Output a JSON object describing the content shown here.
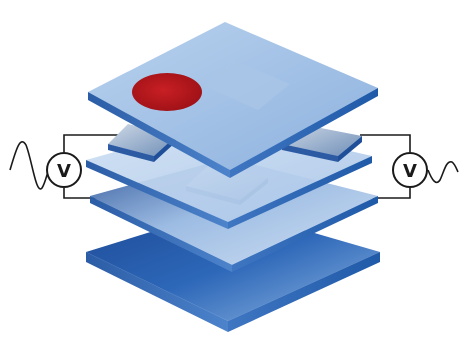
{
  "meters": {
    "left_label": "V",
    "right_label": "V"
  },
  "icons": {
    "left_meter": "voltmeter-icon",
    "right_meter": "voltmeter-icon",
    "left_signal": "sine-wave-icon",
    "right_signal": "sine-wave-icon",
    "contact": "red-circle-contact"
  },
  "colors": {
    "layer_light": "#b7d0ec",
    "layer_mid": "#8fb3df",
    "layer_edge": "#2f63b0",
    "substrate_dark": "#1b4f9a",
    "pad": "#8aa6c8",
    "contact": "#b3161b",
    "wire": "#1a1a1a"
  }
}
